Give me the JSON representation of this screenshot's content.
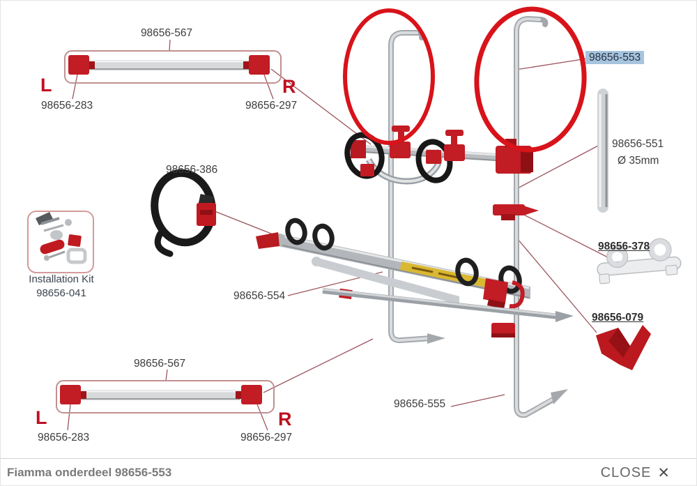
{
  "diagram": {
    "crossbar_top": {
      "part": "98656-567",
      "left_letter": "L",
      "left_part": "98656-283",
      "right_letter": "R",
      "right_part": "98656-297"
    },
    "crossbar_bottom": {
      "part": "98656-567",
      "left_letter": "L",
      "left_part": "98656-283",
      "right_letter": "R",
      "right_part": "98656-297"
    },
    "rail_part": "98656-553",
    "tube": {
      "part": "98656-551",
      "diameter": "Ø 35mm"
    },
    "bracket_part": "98656-378",
    "corner_part": "98656-079",
    "strap_part": "98656-386",
    "carrier_rail_part": "98656-554",
    "bottom_rail_part": "98656-555",
    "installation_kit": {
      "line1": "Installation Kit",
      "line2": "98656-041"
    }
  },
  "footer": {
    "title": "Fiamma onderdeel 98656-553",
    "close_label": "CLOSE",
    "close_icon": "✕"
  },
  "colors": {
    "highlight_bg": "#a7c4de",
    "annotation_red": "#d8131a",
    "part_red": "#c21c24",
    "lr_red": "#bd1020",
    "leader": "#9a555c"
  }
}
